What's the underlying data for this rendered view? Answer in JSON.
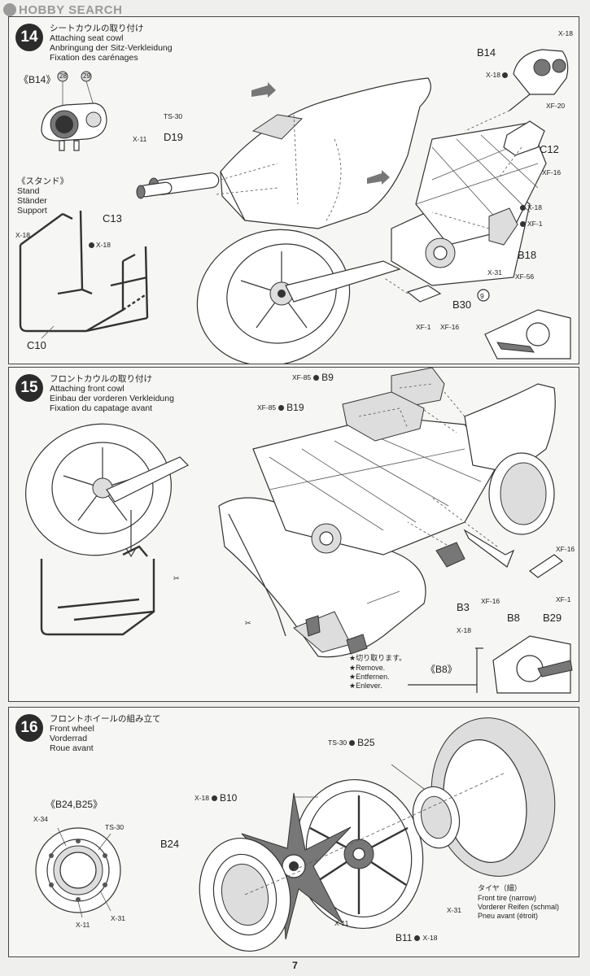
{
  "watermark": {
    "text": "HOBBY SEARCH"
  },
  "page_number": "7",
  "step14": {
    "number": "14",
    "title_jp": "シートカウルの取り付け",
    "title_en": "Attaching seat cowl",
    "title_de": "Anbringung der Sitz-Verkleidung",
    "title_fr": "Fixation des carénages",
    "inset_b14": {
      "label": "《B14》",
      "decal_a": "28",
      "decal_b": "29"
    },
    "stand": {
      "jp": "《スタンド》",
      "en": "Stand",
      "de": "Ständer",
      "fr": "Support"
    },
    "parts": {
      "b14": "B14",
      "c12": "C12",
      "c13": "C13",
      "c10": "C10",
      "d19": "D19",
      "b18": "B18",
      "b30": "B30"
    },
    "paints": {
      "x18": "X-18",
      "x11": "X-11",
      "ts30": "TS-30",
      "xf20": "XF-20",
      "xf16": "XF-16",
      "xf1": "XF-1",
      "x31": "X-31",
      "xf56": "XF-56"
    },
    "callout": "9"
  },
  "step15": {
    "number": "15",
    "title_jp": "フロントカウルの取り付け",
    "title_en": "Attaching front cowl",
    "title_de": "Einbau der vorderen Verkleidung",
    "title_fr": "Fixation du capatage avant",
    "parts": {
      "b9": "B9",
      "b19": "B19",
      "b3": "B3",
      "b8": "B8",
      "b29": "B29",
      "b8_inset": "《B8》"
    },
    "paints": {
      "xf85": "XF-85",
      "xf16": "XF-16",
      "xf1": "XF-1",
      "x18": "X-18"
    },
    "cut_note": {
      "jp": "★切り取ります。",
      "en": "★Remove.",
      "de": "★Entfernen.",
      "fr": "★Enlever."
    },
    "cut_symbol": "✂"
  },
  "step16": {
    "number": "16",
    "title_jp": "フロントホイールの組み立て",
    "title_en": "Front wheel",
    "title_de": "Vorderrad",
    "title_fr": "Roue avant",
    "inset_label": "《B24,B25》",
    "parts": {
      "b25": "B25",
      "b10": "B10",
      "b24": "B24",
      "b11": "B11"
    },
    "paints": {
      "ts30": "TS-30",
      "x18": "X-18",
      "x34": "X-34",
      "x11": "X-11",
      "x31": "X-31"
    },
    "tire": {
      "jp": "タイヤ（細）",
      "en": "Front tire (narrow)",
      "de": "Vorderer Reifen (schmal)",
      "fr": "Pneu avant (étroit)"
    }
  }
}
